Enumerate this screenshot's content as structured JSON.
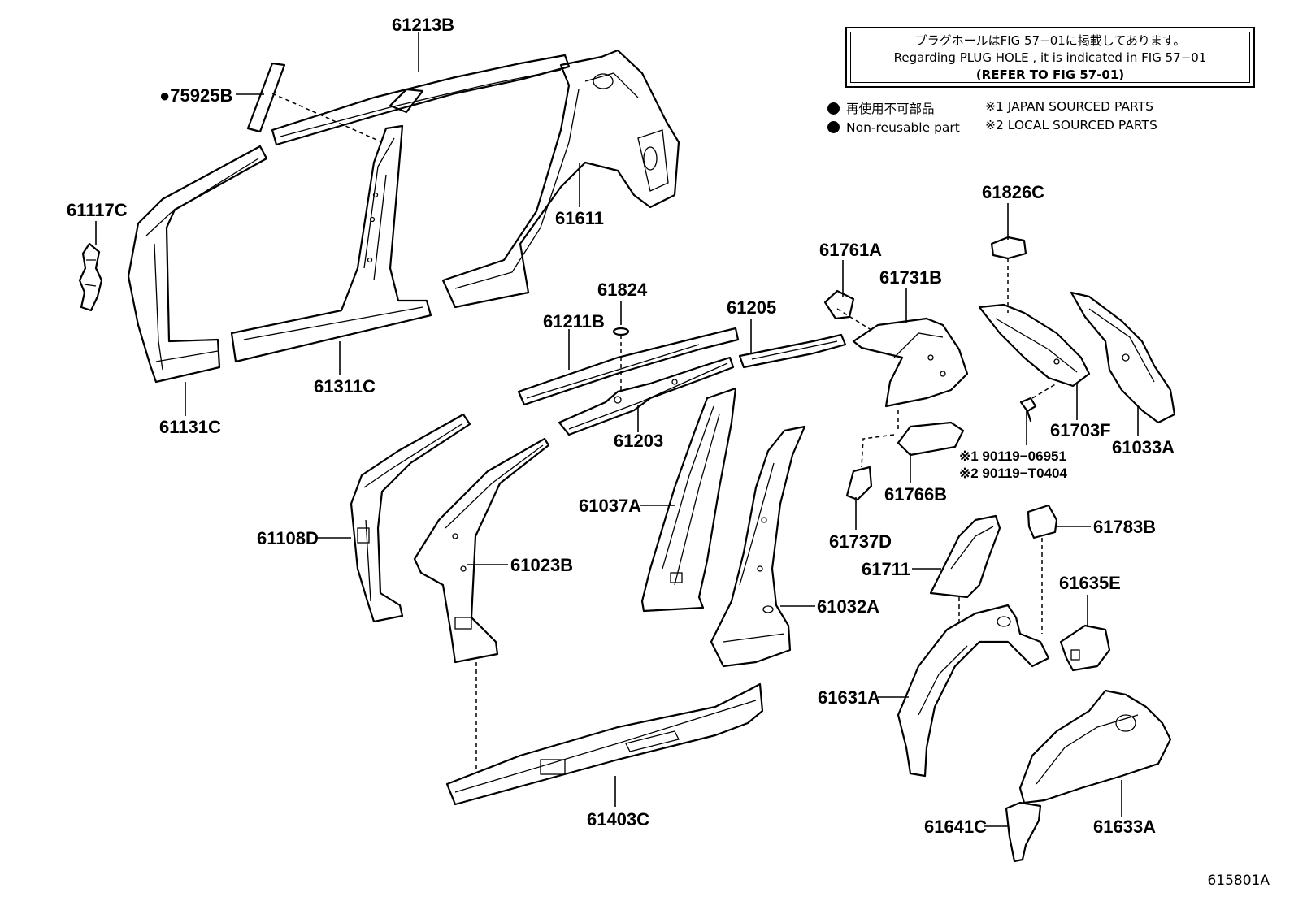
{
  "notes": {
    "line1": "プラグホールはFIG 57−01に掲載してあります。",
    "line2": "Regarding  PLUG  HOLE , it is indicated in FIG  57−01",
    "line3": "(REFER  TO  FIG 57-01)"
  },
  "legend": {
    "nonreusable_jp": "再使用不可部品",
    "nonreusable_en": "Non-reusable part",
    "japan_sourced": "※1 JAPAN SOURCED PARTS",
    "local_sourced": "※2 LOCAL SOURCED PARTS"
  },
  "parts": {
    "p61213B": "61213B",
    "p75925B": "●75925B",
    "p61117C": "61117C",
    "p61611": "61611",
    "p61311C": "61311C",
    "p61131C": "61131C",
    "p61824": "61824",
    "p61211B": "61211B",
    "p61205": "61205",
    "p61203": "61203",
    "p61761A": "61761A",
    "p61731B": "61731B",
    "p61826C": "61826C",
    "p61703F": "61703F",
    "p61033A": "61033A",
    "p90119_06951": "※1 90119−06951",
    "p90119_T0404": "※2 90119−T0404",
    "p61766B": "61766B",
    "p61737D": "61737D",
    "p61108D": "61108D",
    "p61023B": "61023B",
    "p61037A": "61037A",
    "p61032A": "61032A",
    "p61711": "61711",
    "p61783B": "61783B",
    "p61635E": "61635E",
    "p61631A": "61631A",
    "p61403C": "61403C",
    "p61641C": "61641C",
    "p61633A": "61633A"
  },
  "figure_number": "615801A"
}
